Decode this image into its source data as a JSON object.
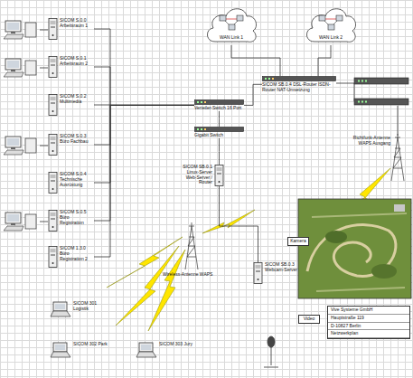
{
  "diagram": {
    "nodes": [
      {
        "text": [
          "SICOM S.0.0 Arbeitsraum 1"
        ]
      },
      {
        "text": [
          "SICOM S.0.1 Arbeitsraum 2"
        ]
      },
      {
        "text": [
          "SICOM S.0.2 Multimedia"
        ]
      },
      {
        "text": [
          "SICOM S.0.3 Büro Fachbau"
        ]
      },
      {
        "text": [
          "SICOM S.0.4 Technische Ausrüstung"
        ]
      },
      {
        "text": [
          "SICOM S.0.5 Büro Registration"
        ]
      },
      {
        "text": [
          "SICOM 1.3.0 Büro Registration 2"
        ]
      },
      {
        "text": [
          "WAN Link 1"
        ]
      },
      {
        "text": [
          "WAN Link 2"
        ]
      },
      {
        "text": [
          "SICOM SB.0.4 DSL-Router ISDN-Router NAT-Umsetzung"
        ]
      },
      {
        "text": [
          "Verteiler-Switch 16 Port"
        ]
      },
      {
        "text": [
          "Gigabit Switch"
        ]
      },
      {
        "text": [
          "SICOM SB.0.1 Linux-Server Web-Server / Router"
        ]
      },
      {
        "text": [
          "Kamera"
        ]
      },
      {
        "text": [
          "SICOM SB.0.3 Webcam-Server"
        ]
      },
      {
        "text": [
          "SICOM 301 Logistik"
        ]
      },
      {
        "text": [
          "SICOM 302 Park"
        ]
      },
      {
        "text": [
          "SICOM 303 Jury"
        ]
      },
      {
        "text": [
          "Video"
        ]
      },
      {
        "text": [
          "Vive Systeme GmbH",
          "Hauptstraße 119",
          "D-10827 Berlin",
          "Netzwerkplan"
        ]
      }
    ],
    "edges": [
      {
        "from": 0,
        "to": 10,
        "arrow": "none"
      },
      {
        "from": 1,
        "to": 10,
        "arrow": "none"
      },
      {
        "from": 2,
        "to": 10,
        "arrow": "none"
      },
      {
        "from": 3,
        "to": 10,
        "arrow": "none"
      },
      {
        "from": 4,
        "to": 10,
        "arrow": "none"
      },
      {
        "from": 5,
        "to": 10,
        "arrow": "none"
      },
      {
        "from": 6,
        "to": 10,
        "arrow": "none"
      },
      {
        "from": 10,
        "to": 11,
        "arrow": "none"
      },
      {
        "from": 11,
        "to": 12,
        "arrow": "none"
      },
      {
        "from": 10,
        "to": 9,
        "arrow": "none"
      },
      {
        "from": 9,
        "to": 7,
        "arrow": "none"
      },
      {
        "from": 9,
        "to": 8,
        "arrow": "none"
      },
      {
        "from": 12,
        "to": 14,
        "arrow": "none"
      }
    ],
    "labels": [
      "Wireless-Antenne WAPS",
      "Richtfunk-Antenne WAPS Ausgang"
    ]
  }
}
